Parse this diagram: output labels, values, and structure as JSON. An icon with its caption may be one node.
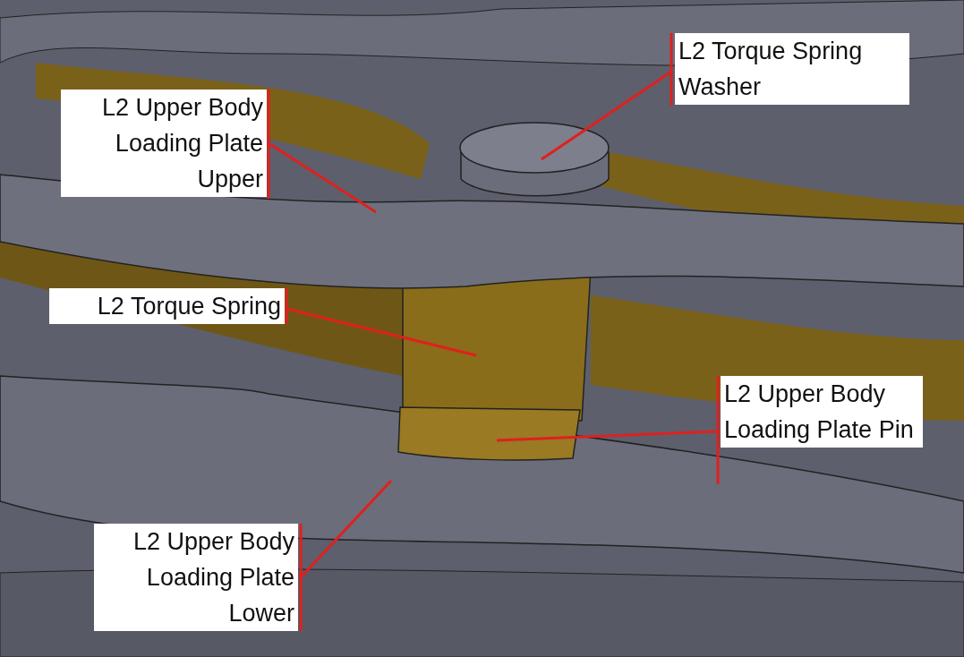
{
  "diagram": {
    "nodes": [
      {
        "text": [
          "L2 Torque Spring Washer"
        ]
      },
      {
        "text": [
          "L2 Upper Body Loading Plate Upper"
        ]
      },
      {
        "text": [
          "L2 Torque Spring"
        ]
      },
      {
        "text": [
          "L2 Upper Body Loading Plate Pin"
        ]
      },
      {
        "text": [
          "L2 Upper Body Loading Plate Lower"
        ]
      }
    ],
    "edges": [
      {
        "from": 0,
        "to": null,
        "arrow": "none"
      },
      {
        "from": 1,
        "to": null,
        "arrow": "none"
      },
      {
        "from": 2,
        "to": null,
        "arrow": "none"
      },
      {
        "from": 3,
        "to": null,
        "arrow": "none"
      },
      {
        "from": 4,
        "to": null,
        "arrow": "none"
      }
    ]
  }
}
